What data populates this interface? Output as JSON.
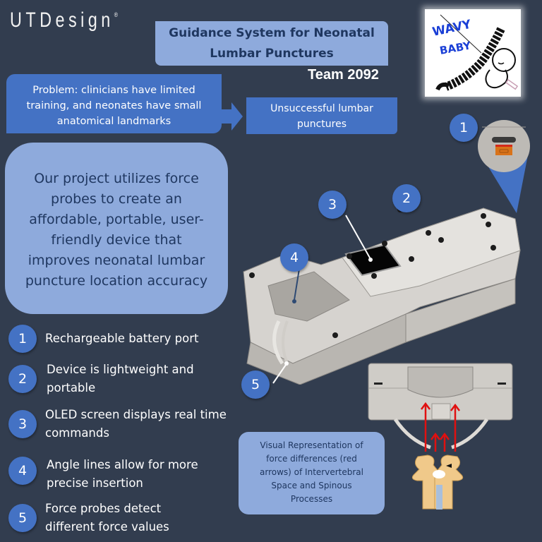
{
  "header": {
    "logo_text": "UTDesign",
    "logo_mark": "®",
    "title": "Guidance System for Neonatal Lumbar Punctures",
    "title_line1": "Guidance System for Neonatal",
    "title_line2": "Lumbar Punctures",
    "team": "Team 2092"
  },
  "logo_image": {
    "line1": "WAVY",
    "line2": "BABY"
  },
  "problem": {
    "text": "Problem: clinicians have limited training, and neonates have small anatomical landmarks",
    "line1": "Problem: clinicians have limited",
    "line2": "training, and neonates have small",
    "line3": "anatomical landmarks"
  },
  "outcome": {
    "line1": "Unsuccessful lumbar",
    "line2": "punctures"
  },
  "project": {
    "lines": [
      "Our project utilizes force",
      "probes to create an",
      "affordable, portable, user-",
      "friendly device that",
      "improves neonatal lumbar",
      "puncture location accuracy"
    ]
  },
  "features": [
    {
      "num": "1",
      "line1": "Rechargeable battery port",
      "line2": ""
    },
    {
      "num": "2",
      "line1": "Device is lightweight and",
      "line2": "portable"
    },
    {
      "num": "3",
      "line1": "OLED screen displays real time",
      "line2": "commands"
    },
    {
      "num": "4",
      "line1": "Angle lines allow for more",
      "line2": "precise insertion"
    },
    {
      "num": "5",
      "line1": "Force probes detect",
      "line2": "different force values"
    }
  ],
  "callouts": [
    "1",
    "2",
    "3",
    "4",
    "5"
  ],
  "visual_caption": {
    "lines": [
      "Visual Representation of",
      "force differences (red",
      "arrows) of Intervertebral",
      "Space and Spinous",
      "Processes"
    ]
  },
  "colors": {
    "background": "#323d4f",
    "accent_blue": "#4472c4",
    "light_blue": "#8eaadc",
    "dark_text": "#1f3760",
    "arrow_red": "#e01010"
  }
}
